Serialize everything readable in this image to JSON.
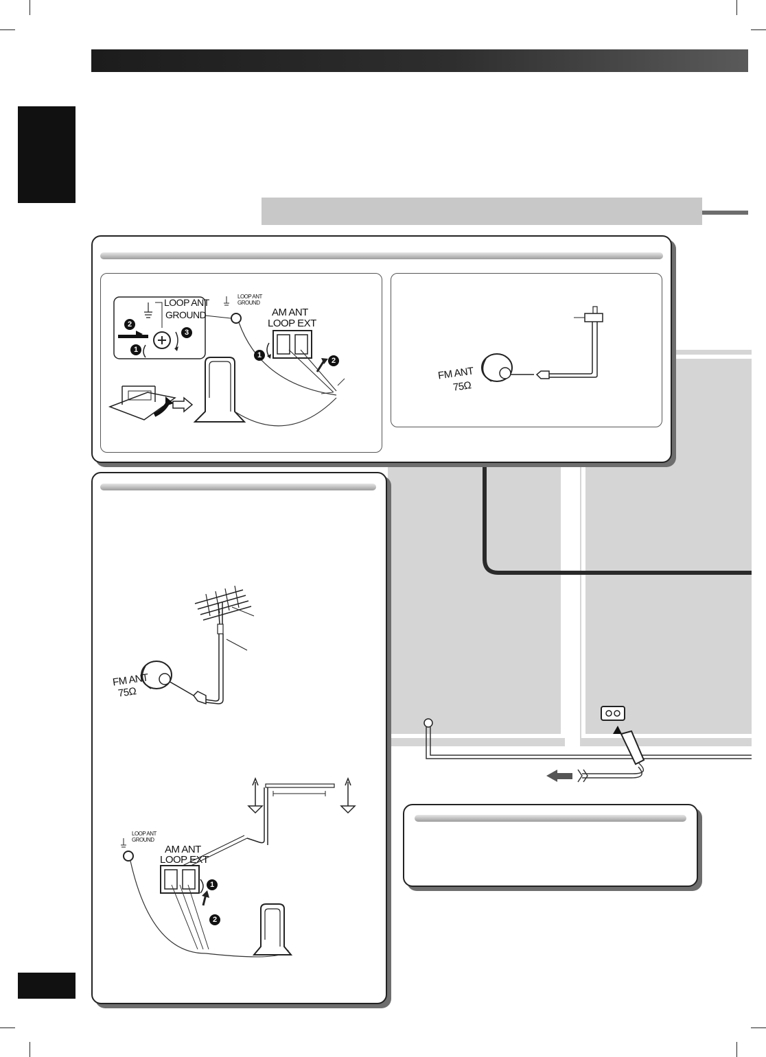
{
  "labels": {
    "loop_ant": "LOOP ANT",
    "ground": "GROUND",
    "am_ant": "AM ANT",
    "loop_ext": "LOOP   EXT",
    "fm_ant": "FM ANT",
    "ohm": "75Ω"
  },
  "steps": [
    "1",
    "2",
    "3"
  ]
}
